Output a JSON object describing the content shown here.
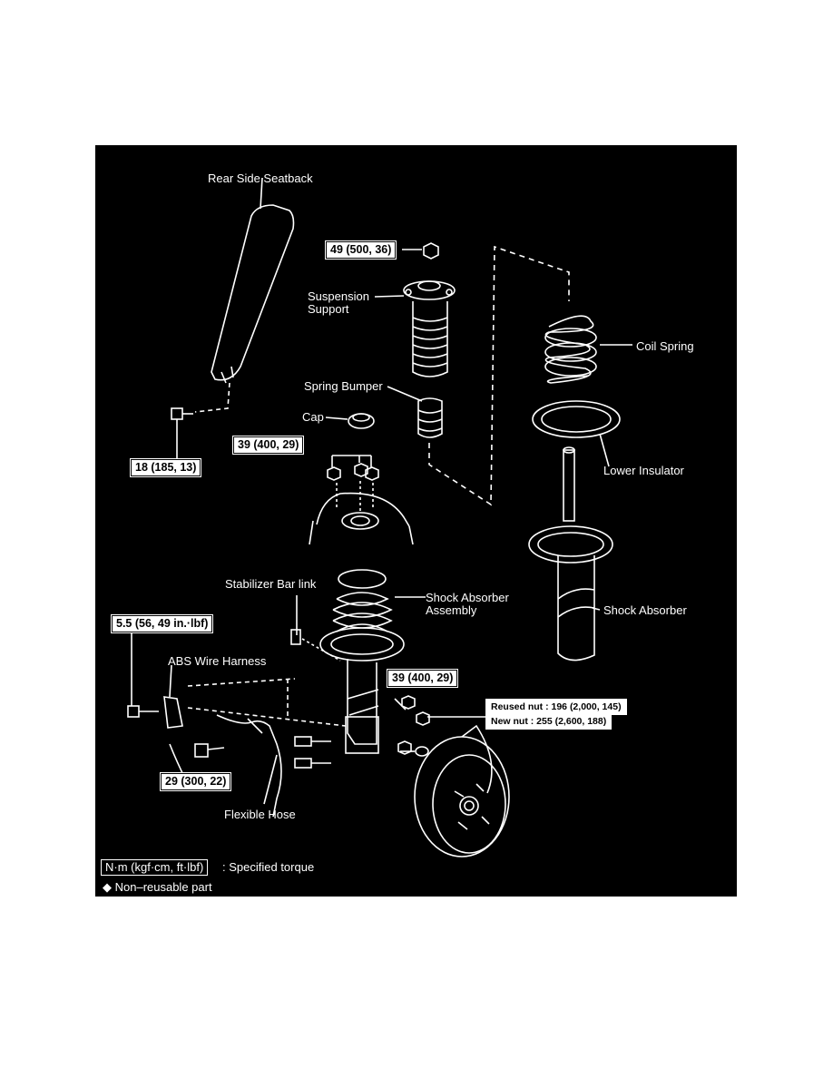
{
  "labels": {
    "rear_side_seatback": "Rear Side Seatback",
    "suspension_support_1": "Suspension",
    "suspension_support_2": "Support",
    "coil_spring": "Coil Spring",
    "spring_bumper": "Spring Bumper",
    "cap": "Cap",
    "lower_insulator": "Lower Insulator",
    "stabilizer_bar_link": "Stabilizer Bar link",
    "shock_absorber_assembly_1": "Shock Absorber",
    "shock_absorber_assembly_2": "Assembly",
    "shock_absorber": "Shock Absorber",
    "abs_wire_harness": "ABS Wire Harness",
    "flexible_hose": "Flexible Hose"
  },
  "torques": {
    "upper_nut": "49 (500, 36)",
    "seatback_bolt": "18 (185, 13)",
    "support_nuts": "39 (400, 29)",
    "stabilizer_nut_in_lbf": "5.5 (56, 49 in.·lbf)",
    "stabilizer_link_nut": "39 (400, 29)",
    "reused_nut": "Reused nut : 196 (2,000, 145)",
    "new_nut": "New nut :      255 (2,600, 188)",
    "hose_bolt": "29 (300, 22)"
  },
  "legend": {
    "unit": "N·m (kgf·cm, ft·lbf)",
    "unit_desc": ": Specified torque",
    "non_reusable": "◆ Non–reusable part"
  },
  "colors": {
    "background": "#000000",
    "line": "#ffffff",
    "box": "#ffffff"
  }
}
